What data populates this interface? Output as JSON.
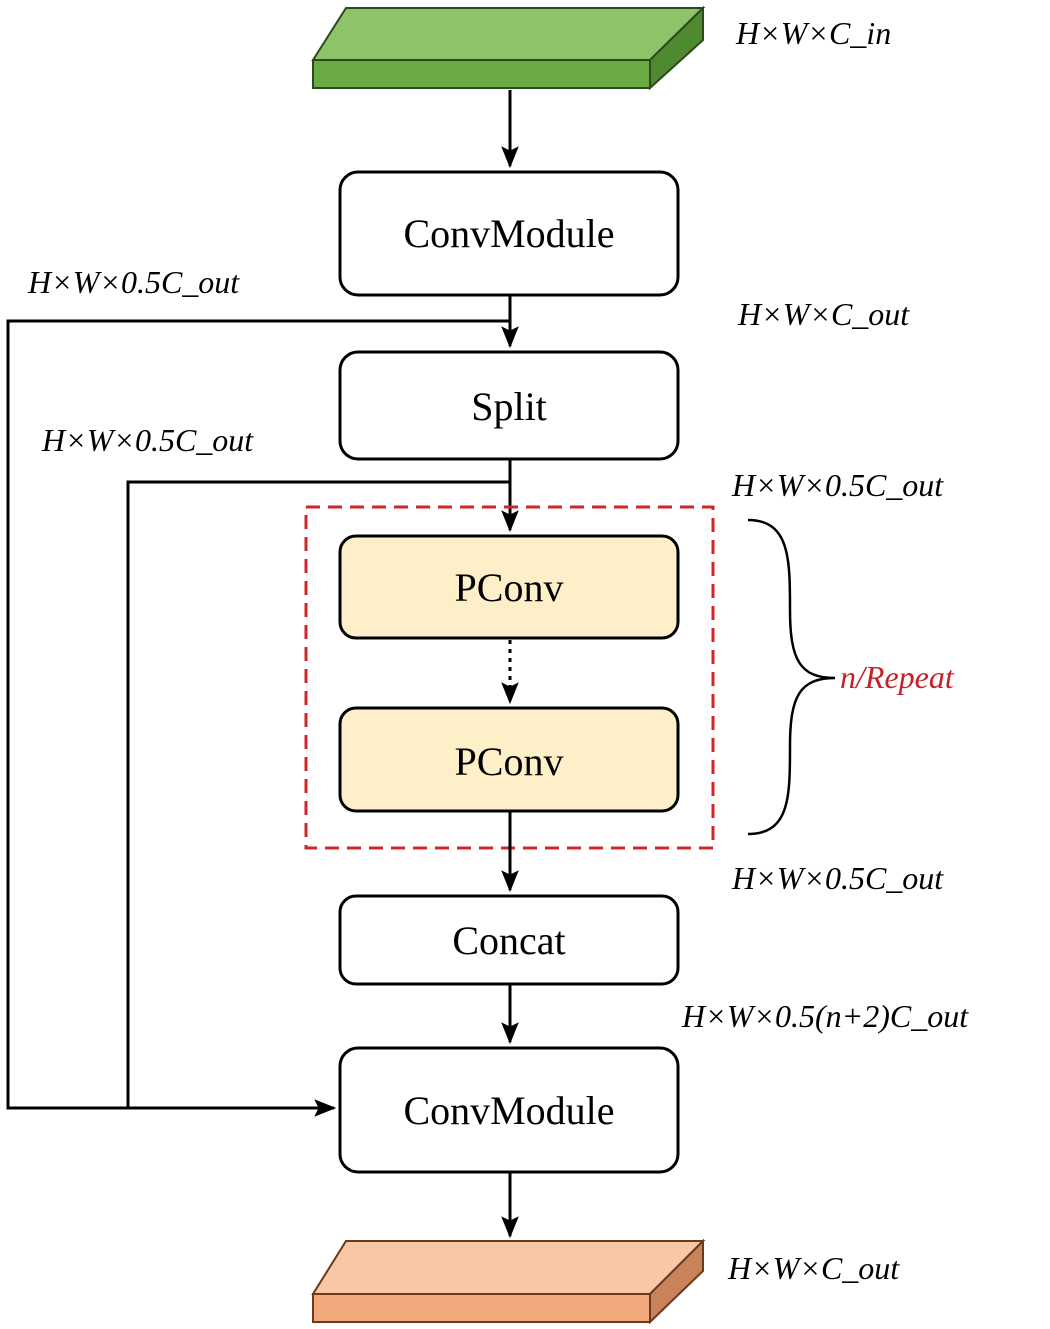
{
  "colors": {
    "input_tensor": "#7cb95a",
    "output_tensor": "#f4b48c",
    "pconv_fill": "#fdf0c8",
    "repeat_border": "#d0262a",
    "repeat_text": "#c8202a"
  },
  "blocks": {
    "conv_module_top": "ConvModule",
    "split": "Split",
    "pconv_1": "PConv",
    "pconv_2": "PConv",
    "concat": "Concat",
    "conv_module_bottom": "ConvModule"
  },
  "labels": {
    "input_shape": "H×W×C_in",
    "after_conv": "H×W×C_out",
    "bypass_outer": "H×W×0.5C_out",
    "bypass_inner": "H×W×0.5C_out",
    "after_split": "H×W×0.5C_out",
    "after_pconv": "H×W×0.5C_out",
    "after_concat": "H×W×0.5(n+2)C_out",
    "output_shape": "H×W×C_out",
    "repeat": "n/Repeat"
  }
}
